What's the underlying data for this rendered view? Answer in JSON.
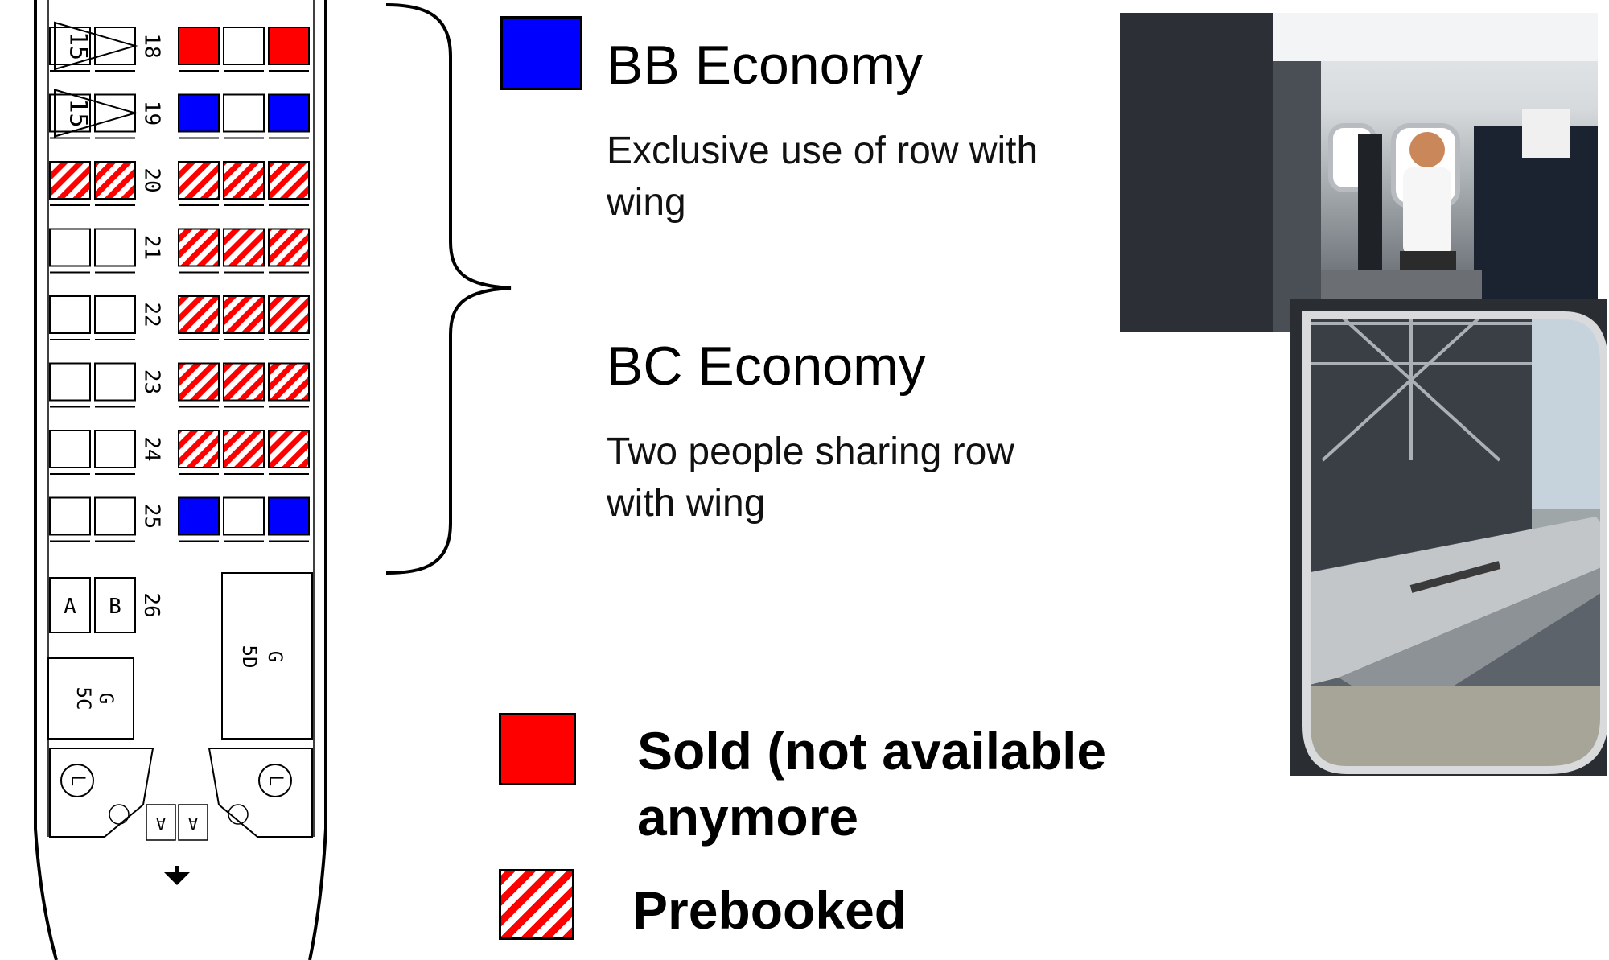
{
  "colors": {
    "bb_economy": "#0000ff",
    "sold": "#ff0000",
    "prebooked_stripe": "#ff0000"
  },
  "seat_map": {
    "rows": [
      {
        "number": "18",
        "left": [
          "tri",
          "tri"
        ],
        "right": [
          "sold",
          "empty",
          "sold"
        ]
      },
      {
        "number": "19",
        "left": [
          "tri",
          "tri"
        ],
        "right": [
          "bb",
          "empty",
          "bb"
        ]
      },
      {
        "number": "20",
        "left": [
          "pre",
          "pre"
        ],
        "right": [
          "pre",
          "pre",
          "pre"
        ]
      },
      {
        "number": "21",
        "left": [
          "empty",
          "empty"
        ],
        "right": [
          "pre",
          "pre",
          "pre"
        ]
      },
      {
        "number": "22",
        "left": [
          "empty",
          "empty"
        ],
        "right": [
          "pre",
          "pre",
          "pre"
        ]
      },
      {
        "number": "23",
        "left": [
          "empty",
          "empty"
        ],
        "right": [
          "pre",
          "pre",
          "pre"
        ]
      },
      {
        "number": "24",
        "left": [
          "empty",
          "empty"
        ],
        "right": [
          "pre",
          "pre",
          "pre"
        ]
      },
      {
        "number": "25",
        "left": [
          "empty",
          "empty"
        ],
        "right": [
          "bb",
          "empty",
          "bb"
        ]
      }
    ],
    "row26": {
      "number": "26",
      "seat_a": "A",
      "seat_b": "B"
    },
    "galley_left": {
      "g": "G",
      "code": "5C"
    },
    "galley_right": {
      "g": "G",
      "code": "5D"
    },
    "lavatory": "L",
    "jump_seat": "A",
    "exit_marker": "15"
  },
  "bb_economy": {
    "title": "BB Economy",
    "description": "Exclusive use of row with wing"
  },
  "bc_economy": {
    "title": "BC Economy",
    "description": "Two people sharing row with wing"
  },
  "legend": {
    "sold_label": "Sold (not available anymore",
    "prebooked_label": "Prebooked"
  },
  "photos": {
    "cabin_photo": "cabin-interior-photo",
    "wing_photo": "wing-window-photo"
  }
}
